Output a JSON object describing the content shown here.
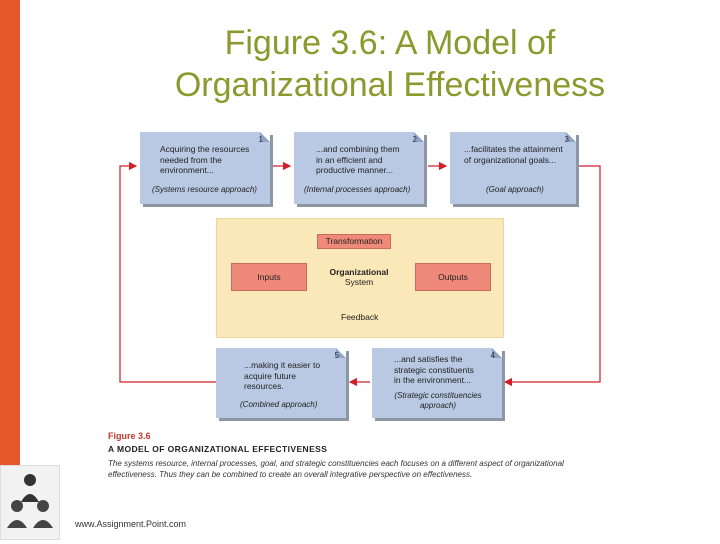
{
  "title_line1": "Figure 3.6: A Model of",
  "title_line2": "Organizational Effectiveness",
  "boxes": [
    {
      "num": "1",
      "text": [
        "Acquiring the resources",
        "needed from the",
        "environment..."
      ],
      "approach": "(Systems resource approach)"
    },
    {
      "num": "2",
      "text": [
        "...and combining them",
        "in an efficient and",
        "productive manner..."
      ],
      "approach": "(Internal processes approach)"
    },
    {
      "num": "3",
      "text": [
        "...facilitates the attainment",
        "of organizational goals..."
      ],
      "approach": "(Goal approach)"
    },
    {
      "num": "4",
      "text": [
        "...and satisfies the",
        "strategic constituents",
        "in the environment..."
      ],
      "approach": [
        "(Strategic constituencies",
        "approach)"
      ]
    },
    {
      "num": "5",
      "text": [
        "...making it easier to",
        "acquire future",
        "resources."
      ],
      "approach": "(Combined approach)"
    }
  ],
  "core": {
    "transformation": "Transformation",
    "inputs": "Inputs",
    "outputs": "Outputs",
    "system_line1": "Organizational",
    "system_line2": "System",
    "feedback": "Feedback"
  },
  "caption": {
    "label": "Figure 3.6",
    "title": "A MODEL OF ORGANIZATIONAL EFFECTIVENESS",
    "body": "The systems resource, internal processes, goal, and strategic constituencies each focuses on a different aspect of organizational effectiveness. Thus they can be combined to create an overall integrative perspective on effectiveness."
  },
  "footer": "www.Assignment.Point.com",
  "colors": {
    "accent": "#e8572a",
    "title": "#8a9a2e",
    "box": "#b9c9e3",
    "core": "#fbe8b8",
    "red_box": "#ef8a7a",
    "arrow": "#d0202a"
  }
}
